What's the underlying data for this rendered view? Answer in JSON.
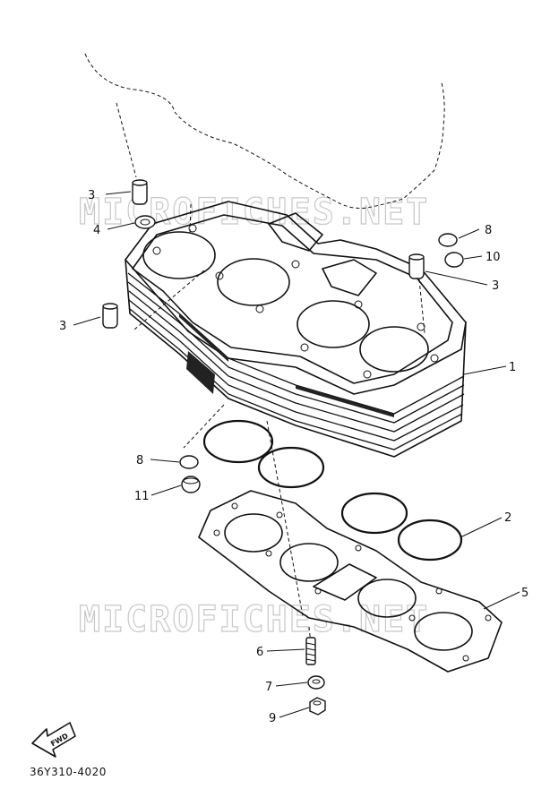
{
  "watermark": "MICROFICHES.NET",
  "fwd_label": "FWD",
  "diagram_code": "36Y310-4020",
  "callouts": {
    "c1": "1",
    "c2": "2",
    "c3a": "3",
    "c3b": "3",
    "c3c": "3",
    "c4": "4",
    "c5": "5",
    "c6": "6",
    "c7": "7",
    "c8a": "8",
    "c8b": "8",
    "c9": "9",
    "c10": "10",
    "c11": "11"
  }
}
